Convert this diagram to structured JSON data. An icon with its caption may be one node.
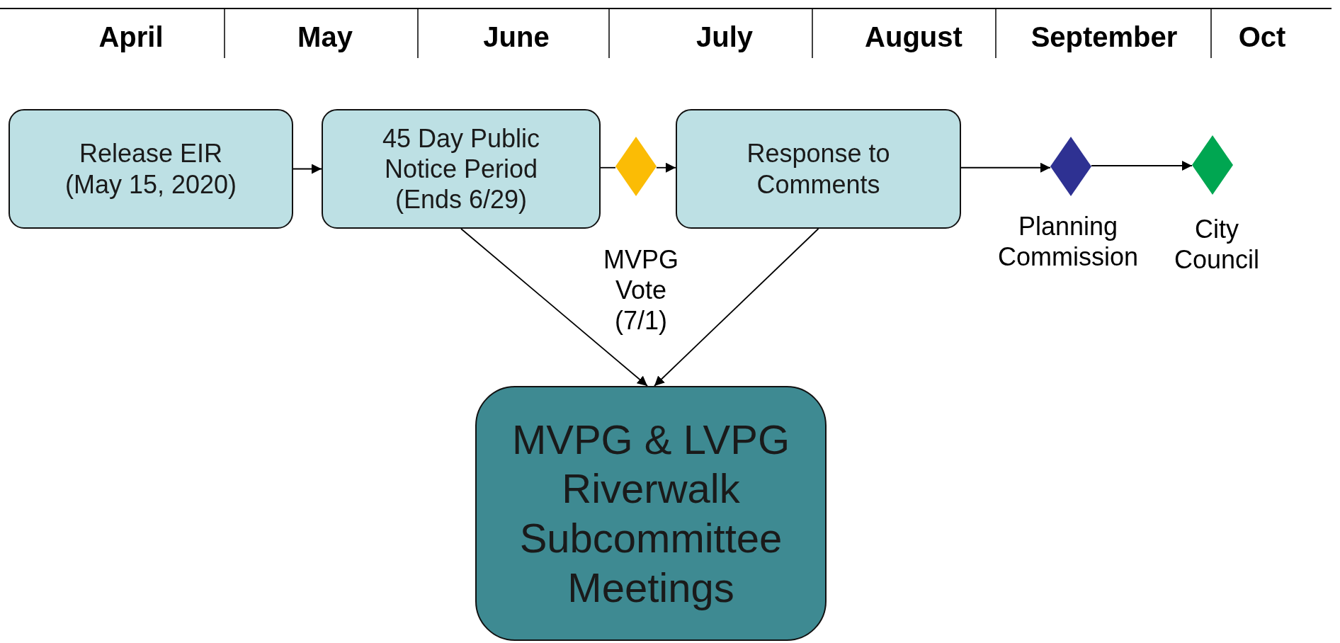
{
  "diagram": {
    "nodes": [
      {
        "text": [
          "Release EIR (May 15, 2020)"
        ]
      },
      {
        "text": [
          "45 Day Public Notice Period (Ends 6/29)"
        ]
      },
      {
        "text": [],
        "shape": "diamond"
      },
      {
        "text": [
          "Response to Comments"
        ]
      },
      {
        "text": [],
        "shape": "diamond",
        "beside": [
          "Planning Commission"
        ]
      },
      {
        "text": [],
        "shape": "diamond",
        "beside": [
          "City Council"
        ]
      },
      {
        "text": [
          "MVPG & LVPG Riverwalk Subcommittee Meetings"
        ]
      }
    ],
    "edges": [
      {
        "from": 0,
        "to": 1,
        "arrow": "to"
      },
      {
        "from": 1,
        "to": 2,
        "arrow": "none"
      },
      {
        "from": 2,
        "to": 3,
        "arrow": "to"
      },
      {
        "from": 3,
        "to": 4,
        "arrow": "to"
      },
      {
        "from": 4,
        "to": 5,
        "arrow": "to"
      },
      {
        "from": 1,
        "to": 6,
        "arrow": "to"
      },
      {
        "from": 3,
        "to": 6,
        "arrow": "to"
      }
    ],
    "labels": [
      "April",
      "May",
      "June",
      "July",
      "August",
      "September",
      "Oct",
      "MVPG Vote (7/1)"
    ]
  }
}
